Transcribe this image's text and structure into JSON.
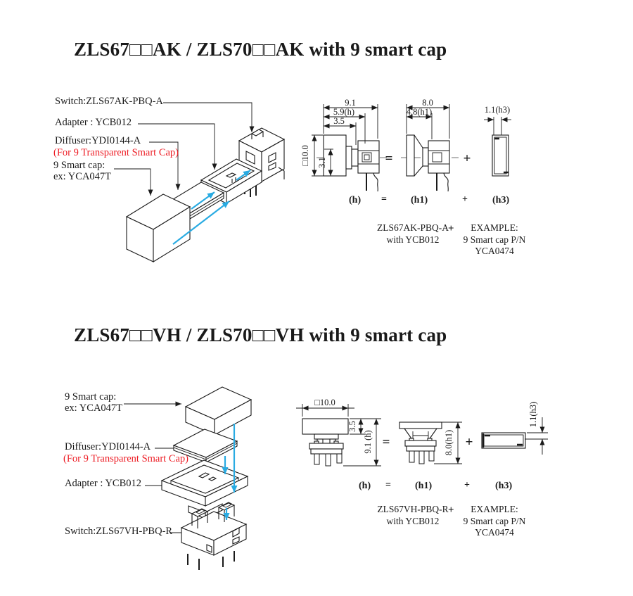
{
  "colors": {
    "ink": "#1a1a1a",
    "red": "#ed1c24",
    "cyan": "#29abe2"
  },
  "symbols": {
    "eq": "=",
    "plus": "+"
  },
  "section_ak": {
    "title": "ZLS67□□AK / ZLS70□□AK with 9 smart cap",
    "labels": {
      "switch": "Switch:ZLS67AK-PBQ-A",
      "adapter": "Adapter : YCB012",
      "diffuser": "Diffuser:YDI0144-A",
      "diffuser_note": "(For 9 Transparent Smart Cap)",
      "smart_cap_line1": "9 Smart cap:",
      "smart_cap_line2": "ex: YCA047T"
    },
    "dims": {
      "overall_depth": "9.1",
      "h_total": "5.9(h)",
      "cap_depth": "3.5",
      "face_square": "□10.0",
      "inner_offset": "3.1",
      "adapter_overall": "8.0",
      "h1": "4.8(h1)",
      "h3": "1.1(h3)"
    },
    "formula": {
      "h": "(h)",
      "h1": "(h1)",
      "h3": "(h3)"
    },
    "caption": {
      "left_line1": "ZLS67AK-PBQ-A",
      "left_line2": "with YCB012",
      "right_line1": "EXAMPLE:",
      "right_line2": "9 Smart cap P/N",
      "right_line3": "YCA0474"
    }
  },
  "section_vh": {
    "title": "ZLS67□□VH / ZLS70□□VH with 9 smart cap",
    "labels": {
      "smart_cap_line1": "9 Smart cap:",
      "smart_cap_line2": "ex: YCA047T",
      "diffuser": "Diffuser:YDI0144-A",
      "diffuser_note": "(For 9 Transparent Smart Cap)",
      "adapter": "Adapter : YCB012",
      "switch": "Switch:ZLS67VH-PBQ-R"
    },
    "dims": {
      "face_square": "□10.0",
      "cap_height": "3.5",
      "h_total": "9.1 (h)",
      "h1": "8.0(h1)",
      "h3": "1.1(h3)"
    },
    "formula": {
      "h": "(h)",
      "h1": "(h1)",
      "h3": "(h3)"
    },
    "caption": {
      "left_line1": "ZLS67VH-PBQ-R",
      "left_line2": "with YCB012",
      "right_line1": "EXAMPLE:",
      "right_line2": "9 Smart cap P/N",
      "right_line3": "YCA0474"
    }
  }
}
